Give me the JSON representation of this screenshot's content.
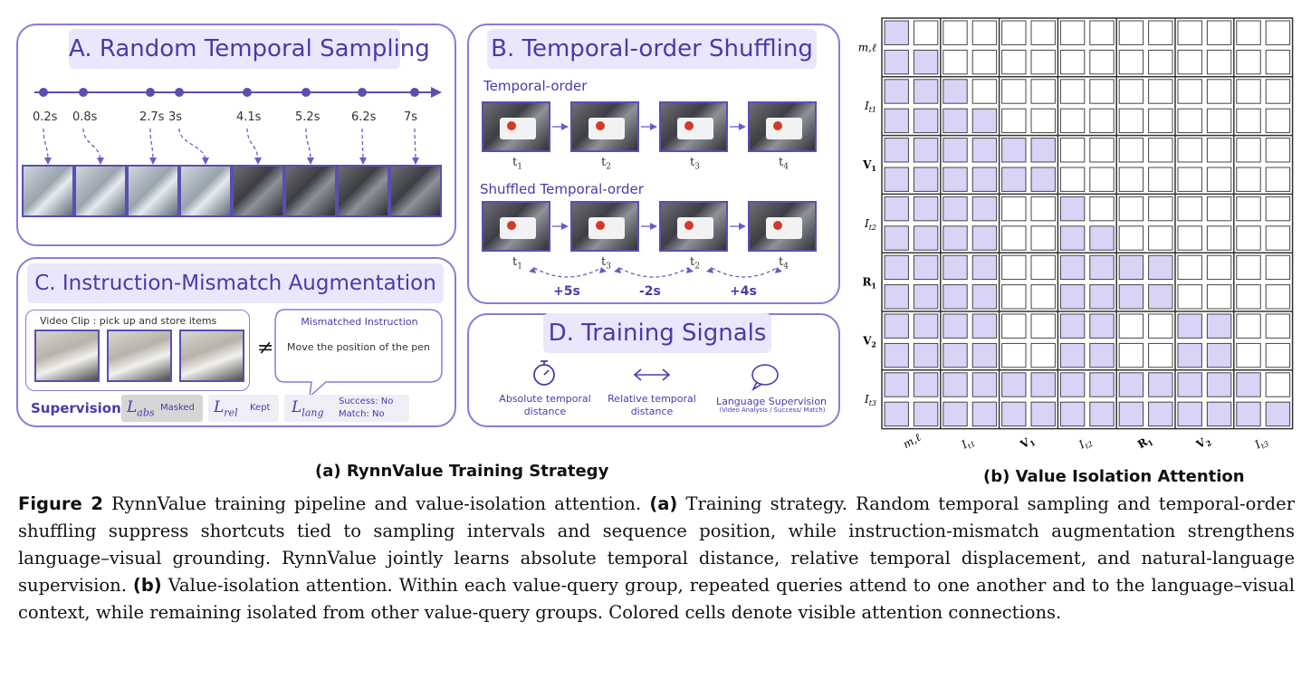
{
  "panel_a": {
    "title": "A. Random Temporal Sampling",
    "ticks": [
      "0.2s",
      "0.8s",
      "2.7s",
      "3s",
      "4.1s",
      "5.2s",
      "6.2s",
      "7s"
    ]
  },
  "panel_b": {
    "title": "B. Temporal-order Shuffling",
    "row1_label": "Temporal-order",
    "row1_times": [
      "t",
      "t",
      "t",
      "t"
    ],
    "row1_subs": [
      "1",
      "2",
      "3",
      "4"
    ],
    "row2_label": "Shuffled Temporal-order",
    "row2_times": [
      "t",
      "t",
      "t",
      "t"
    ],
    "row2_subs": [
      "1",
      "3",
      "2",
      "4"
    ],
    "deltas": [
      "+5s",
      "-2s",
      "+4s"
    ]
  },
  "panel_c": {
    "title": "C. Instruction-Mismatch Augmentation",
    "video_clip": "Video Clip : pick up and store items",
    "neq": "≠",
    "mismatch_title": "Mismatched Instruction",
    "mismatch_text": "Move the position of the pen",
    "supervision": "Supervision",
    "l_abs": "L",
    "l_abs_sub": "abs",
    "l_abs_tag": "Masked",
    "l_rel": "L",
    "l_rel_sub": "rel",
    "l_rel_tag": "Kept",
    "l_lang": "L",
    "l_lang_sub": "lang",
    "l_lang_tag1": "Success: No",
    "l_lang_tag2": "Match: No"
  },
  "panel_d": {
    "title": "D. Training Signals",
    "sig1": "Absolute temporal distance",
    "sig2": "Relative temporal distance",
    "sig3": "Language Supervision",
    "sig3_sub": "(Video Analysis / Success/ Match)"
  },
  "captions": {
    "a": "(a) RynnValue Training Strategy",
    "b": "(b) Value Isolation Attention"
  },
  "figure_caption": {
    "label": "Figure 2",
    "intro": "RynnValue training pipeline and value-isolation attention.",
    "a_label": "(a)",
    "a_text": "Training strategy. Random temporal sampling and temporal-order shuffling suppress shortcuts tied to sampling intervals and sequence position, while instruction-mismatch augmentation strengthens language–visual grounding. RynnValue jointly learns absolute temporal distance, relative temporal displacement, and natural-language supervision.",
    "b_label": "(b)",
    "b_text": "Value-isolation attention. Within each value-query group, repeated queries attend to one another and to the language–visual context, while remaining isolated from other value-query groups. Colored cells denote visible attention connections."
  },
  "matrix": {
    "groups": [
      "m,ℓ",
      "I",
      "V",
      "I",
      "R",
      "V",
      "I"
    ],
    "group_subs": [
      "",
      "t1",
      "1",
      "t2",
      "1",
      "2",
      "t3"
    ],
    "row_labels": [
      "m,ℓ",
      "I",
      "V",
      "I",
      "R",
      "V",
      "I"
    ],
    "row_subs": [
      "",
      "t1",
      "1",
      "t2",
      "1",
      "2",
      "t3"
    ],
    "fill_color": "#d9d3f6",
    "mask": [
      [
        1,
        0,
        0,
        0,
        0,
        0,
        0,
        0,
        0,
        0,
        0,
        0,
        0,
        0
      ],
      [
        1,
        1,
        0,
        0,
        0,
        0,
        0,
        0,
        0,
        0,
        0,
        0,
        0,
        0
      ],
      [
        1,
        1,
        1,
        0,
        0,
        0,
        0,
        0,
        0,
        0,
        0,
        0,
        0,
        0
      ],
      [
        1,
        1,
        1,
        1,
        0,
        0,
        0,
        0,
        0,
        0,
        0,
        0,
        0,
        0
      ],
      [
        1,
        1,
        1,
        1,
        1,
        1,
        0,
        0,
        0,
        0,
        0,
        0,
        0,
        0
      ],
      [
        1,
        1,
        1,
        1,
        1,
        1,
        0,
        0,
        0,
        0,
        0,
        0,
        0,
        0
      ],
      [
        1,
        1,
        1,
        1,
        0,
        0,
        1,
        0,
        0,
        0,
        0,
        0,
        0,
        0
      ],
      [
        1,
        1,
        1,
        1,
        0,
        0,
        1,
        1,
        0,
        0,
        0,
        0,
        0,
        0
      ],
      [
        1,
        1,
        1,
        1,
        0,
        0,
        1,
        1,
        1,
        1,
        0,
        0,
        0,
        0
      ],
      [
        1,
        1,
        1,
        1,
        0,
        0,
        1,
        1,
        1,
        1,
        0,
        0,
        0,
        0
      ],
      [
        1,
        1,
        1,
        1,
        0,
        0,
        1,
        1,
        0,
        0,
        1,
        1,
        0,
        0
      ],
      [
        1,
        1,
        1,
        1,
        0,
        0,
        1,
        1,
        0,
        0,
        1,
        1,
        0,
        0
      ],
      [
        1,
        1,
        1,
        1,
        1,
        1,
        1,
        1,
        1,
        1,
        1,
        1,
        1,
        0
      ],
      [
        1,
        1,
        1,
        1,
        1,
        1,
        1,
        1,
        1,
        1,
        1,
        1,
        1,
        1
      ]
    ]
  }
}
